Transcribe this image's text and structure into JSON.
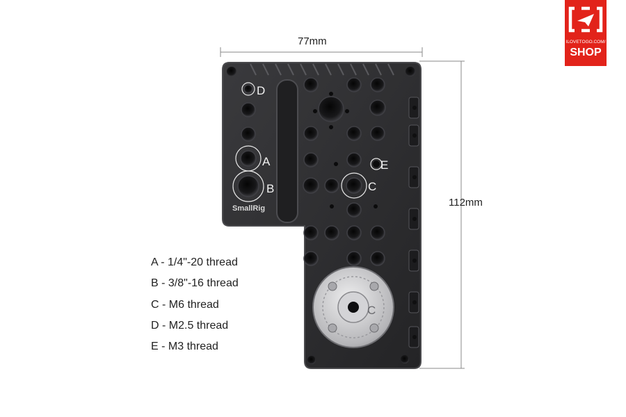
{
  "dimensions": {
    "width": "77mm",
    "height": "112mm"
  },
  "callouts": {
    "a": "A",
    "b": "B",
    "c": "C",
    "c2": "C",
    "d": "D",
    "e": "E"
  },
  "brand": "SmallRig",
  "legend": [
    "A - 1/4\"-20 thread",
    "B - 3/8\"-16 thread",
    "C - M6 thread",
    "D - M2.5 thread",
    "E - M3 thread"
  ],
  "logo": {
    "caption_small": "ILOVETOGO.COM/",
    "caption_large": "SHOP",
    "color": "#e2231a"
  },
  "colors": {
    "plate": "#2c2c2e",
    "plate_edge": "#4a4a4d",
    "hole": "#111112",
    "rosette": "#c9c9cc"
  }
}
